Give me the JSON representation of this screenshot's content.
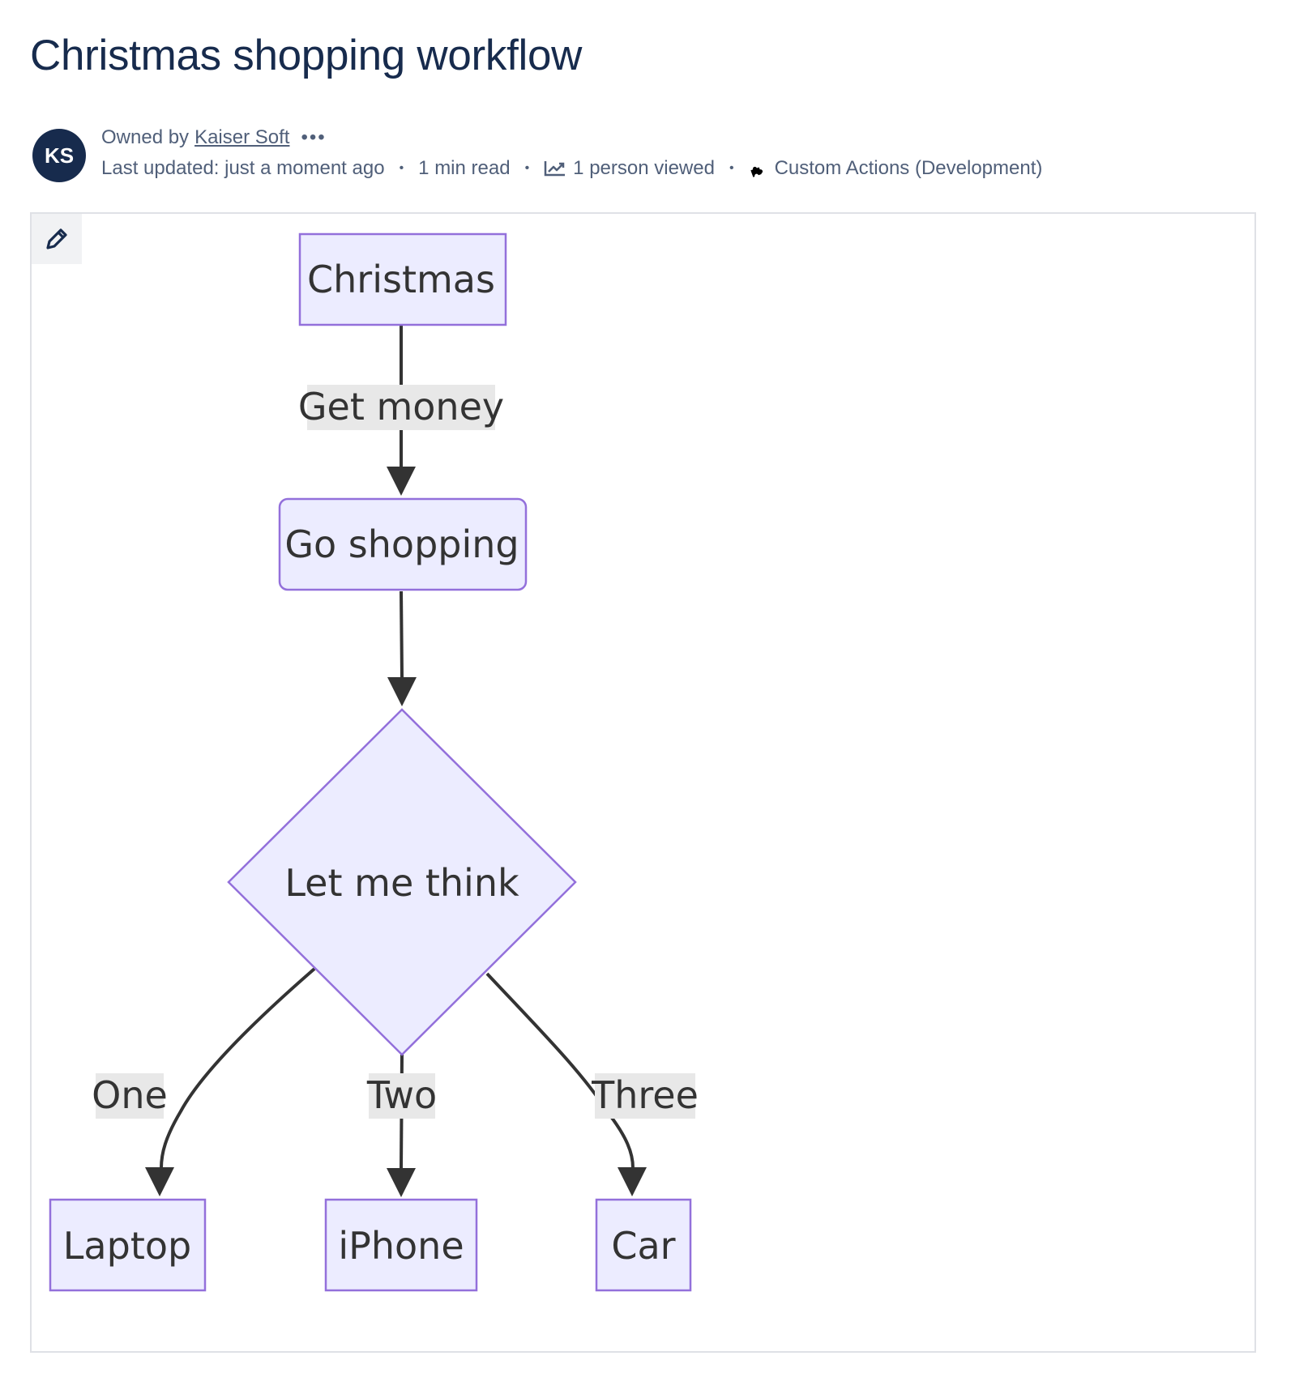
{
  "page": {
    "title": "Christmas shopping workflow"
  },
  "byline": {
    "avatar_initials": "KS",
    "owned_by_label": "Owned by",
    "owner_name": "Kaiser Soft",
    "more_icon": "more-dots-icon",
    "last_updated": "Last updated: just a moment ago",
    "read_time": "1 min read",
    "views_icon": "analytics-chart-icon",
    "views": "1 person viewed",
    "app_icon": "puzzle-piece-icon",
    "app_name": "Custom Actions (Development)"
  },
  "diagram": {
    "edit_icon": "pencil-icon",
    "colors": {
      "node_fill": "#ececff",
      "node_stroke": "#9370db",
      "edge": "#333333",
      "edge_label_bg": "#e8e8e8"
    },
    "nodes": {
      "christmas": "Christmas",
      "go_shopping": "Go shopping",
      "decision": "Let me think",
      "laptop": "Laptop",
      "iphone": "iPhone",
      "car": "Car"
    },
    "edge_labels": {
      "get_money": "Get money",
      "one": "One",
      "two": "Two",
      "three": "Three"
    }
  }
}
